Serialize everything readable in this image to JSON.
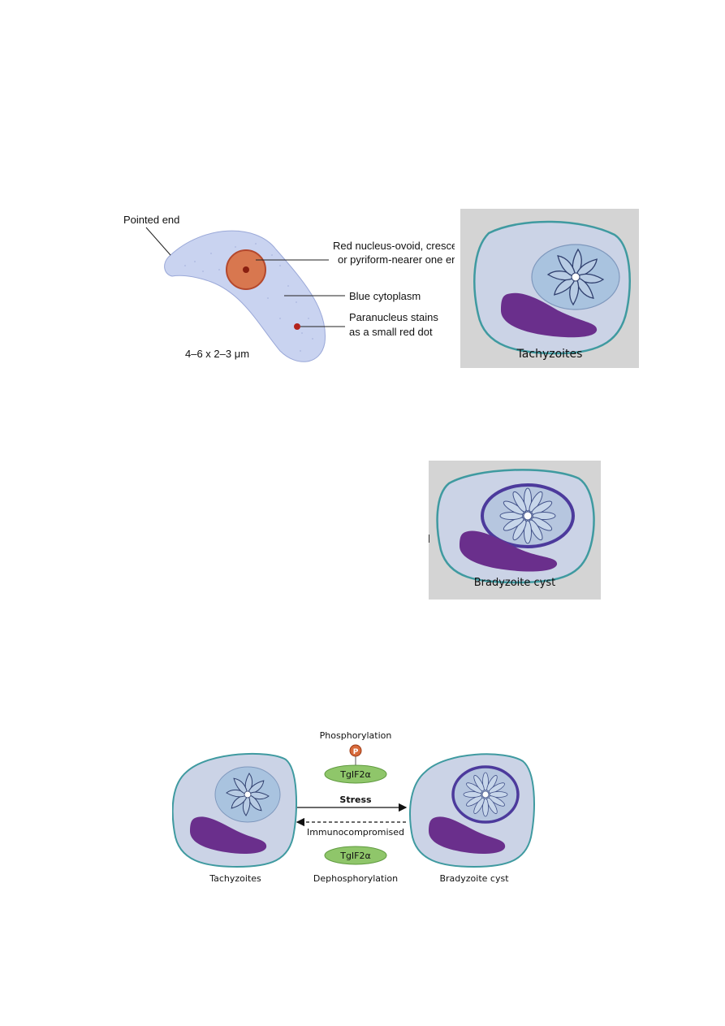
{
  "figure1": {
    "label_pointed_end": "Pointed end",
    "label_nucleus_line1": "Red nucleus-ovoid, crescentic",
    "label_nucleus_line2": "or pyriform-nearer one end",
    "label_cytoplasm": "Blue cytoplasm",
    "label_paranucleus_line1": "Paranucleus stains",
    "label_paranucleus_line2": "as a small red dot",
    "label_size": "4–6 x 2–3 μm"
  },
  "figure2": {
    "caption": "Tachyzoites"
  },
  "figure3": {
    "caption": "Bradyzoite cyst"
  },
  "figure4": {
    "top_label": "Phosphorylation",
    "phospho_badge": "P",
    "enzyme_top": "TgIF2α",
    "arrow_forward": "Stress",
    "arrow_back": "Immunocompromised",
    "enzyme_bottom": "TgIF2α",
    "bottom_label": "Dephosphorylation",
    "left_caption": "Tachyzoites",
    "right_caption": "Bradyzoite cyst"
  },
  "colors": {
    "cell_fill": "#cbd3e6",
    "cell_stroke": "#3f9aa0",
    "vacuole_fill": "#a9c3df",
    "parasite_fill": "#b8cce4",
    "nucleus_purple": "#6a2f8c",
    "cyst_wall": "#4c3a9c",
    "enzyme_green": "#8fc66a",
    "tachy_body": "#c9d3f0",
    "red_nucleus": "#d8774f"
  }
}
